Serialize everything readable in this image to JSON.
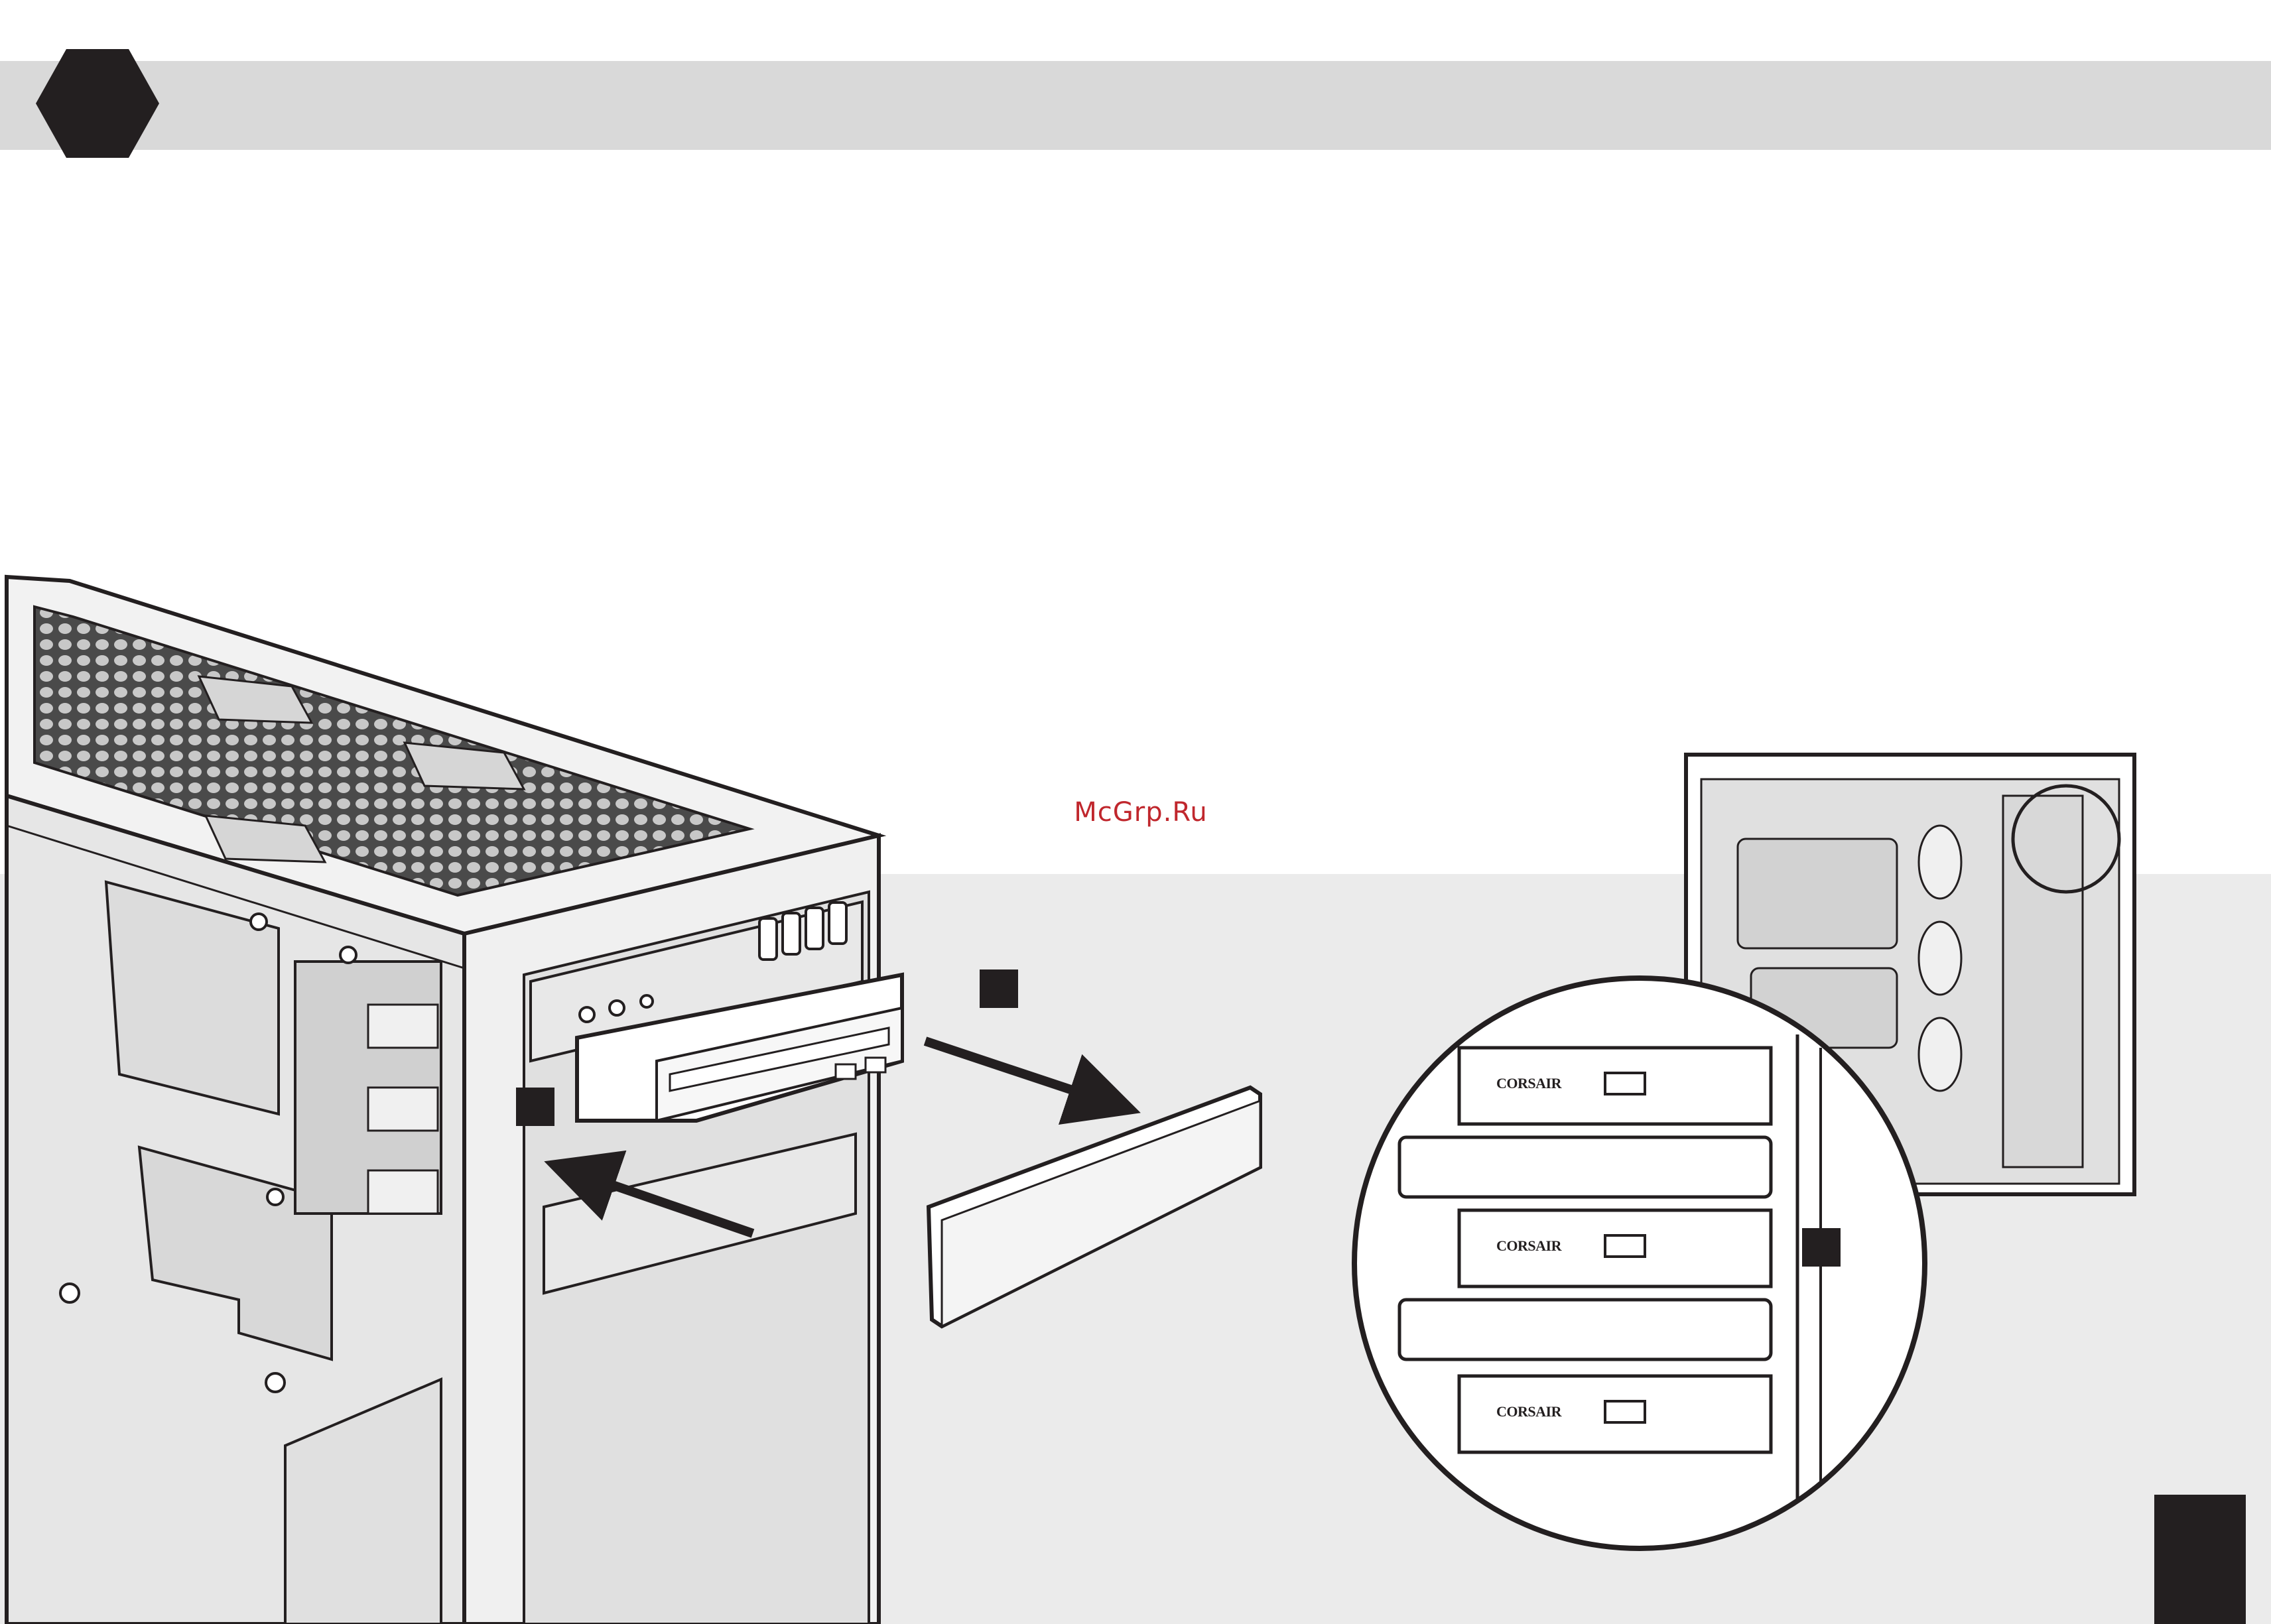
{
  "watermark": {
    "text": "McGrp.Ru",
    "color": "#c0272d"
  },
  "brand_labels": [
    "CORSAIR",
    "CORSAIR",
    "CORSAIR"
  ],
  "colors": {
    "header_band": "#d9d9d9",
    "bottom_band": "#ebebeb",
    "ink": "#231f20"
  },
  "icons": {
    "header": "hexagon-step-icon",
    "step_markers": "square-step-marker-icon",
    "page_tab": "page-tab-marker"
  }
}
